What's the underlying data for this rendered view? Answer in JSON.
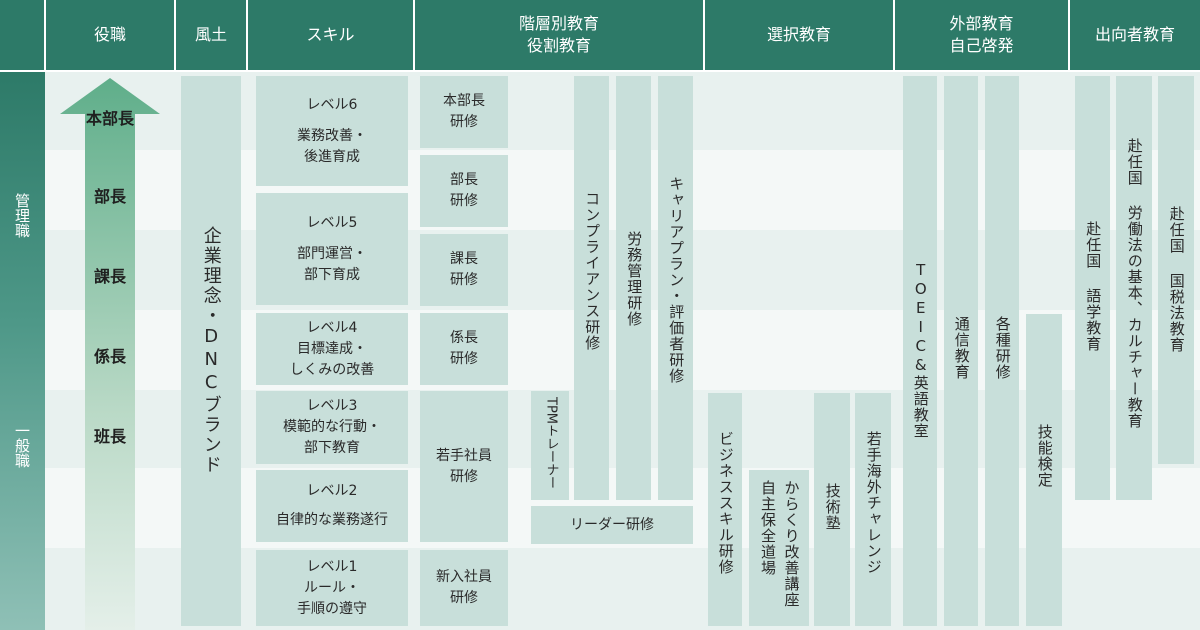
{
  "headers": {
    "position": "役職",
    "culture": "風土",
    "skill": "スキル",
    "hierarchy": "階層別教育\n役割教育",
    "elective": "選択教育",
    "external": "外部教育\n自己啓発",
    "secondment": "出向者教育"
  },
  "ranks": {
    "management": "管理職",
    "general": "一般職"
  },
  "positions": [
    "本部長",
    "部長",
    "課長",
    "係長",
    "班長"
  ],
  "culture_box": "企業理念・DNCブランド",
  "skills": [
    {
      "level": "レベル6",
      "desc": "業務改善・\n後進育成"
    },
    {
      "level": "レベル5",
      "desc": "部門運営・\n部下育成"
    },
    {
      "level": "レベル4",
      "desc": "目標達成・\nしくみの改善"
    },
    {
      "level": "レベル3",
      "desc": "模範的な行動・\n部下教育"
    },
    {
      "level": "レベル2",
      "desc": "自律的な業務遂行"
    },
    {
      "level": "レベル1",
      "desc": "ルール・\n手順の遵守"
    }
  ],
  "hierarchy_training": {
    "division_head": "本部長\n研修",
    "manager": "部長\n研修",
    "section_chief": "課長\n研修",
    "subsection_chief": "係長\n研修",
    "young_staff": "若手社員\n研修",
    "new_staff": "新入社員\n研修",
    "tpm_trainer": "TPMトレーナー",
    "compliance": "コンプライアンス研修",
    "labor_management": "労務管理研修",
    "career_plan": "キャリアプラン・評価者研修",
    "leader": "リーダー研修"
  },
  "elective": {
    "business_skill": "ビジネススキル研修",
    "maintenance_dojo": "自主保全道場",
    "karakuri": "からくり改善講座",
    "technical_school": "技術塾",
    "overseas_challenge": "若手海外チャレンジ"
  },
  "external": {
    "toeic": "TOEIC&英語教室",
    "correspondence": "通信教育",
    "various": "各種研修",
    "skill_test": "技能検定"
  },
  "secondment": {
    "language": "赴任国 語学教育",
    "labor_law": "赴任国 労働法の基本、カルチャー教育",
    "tax_law": "赴任国 国税法教育"
  },
  "colors": {
    "header": "#2d7a68",
    "box": "#c8dfda",
    "band_dark": "#e6f0ee",
    "band_light": "#f4f8f7",
    "arrow_top": "#5fae8a",
    "arrow_bottom": "#e4efe9"
  }
}
